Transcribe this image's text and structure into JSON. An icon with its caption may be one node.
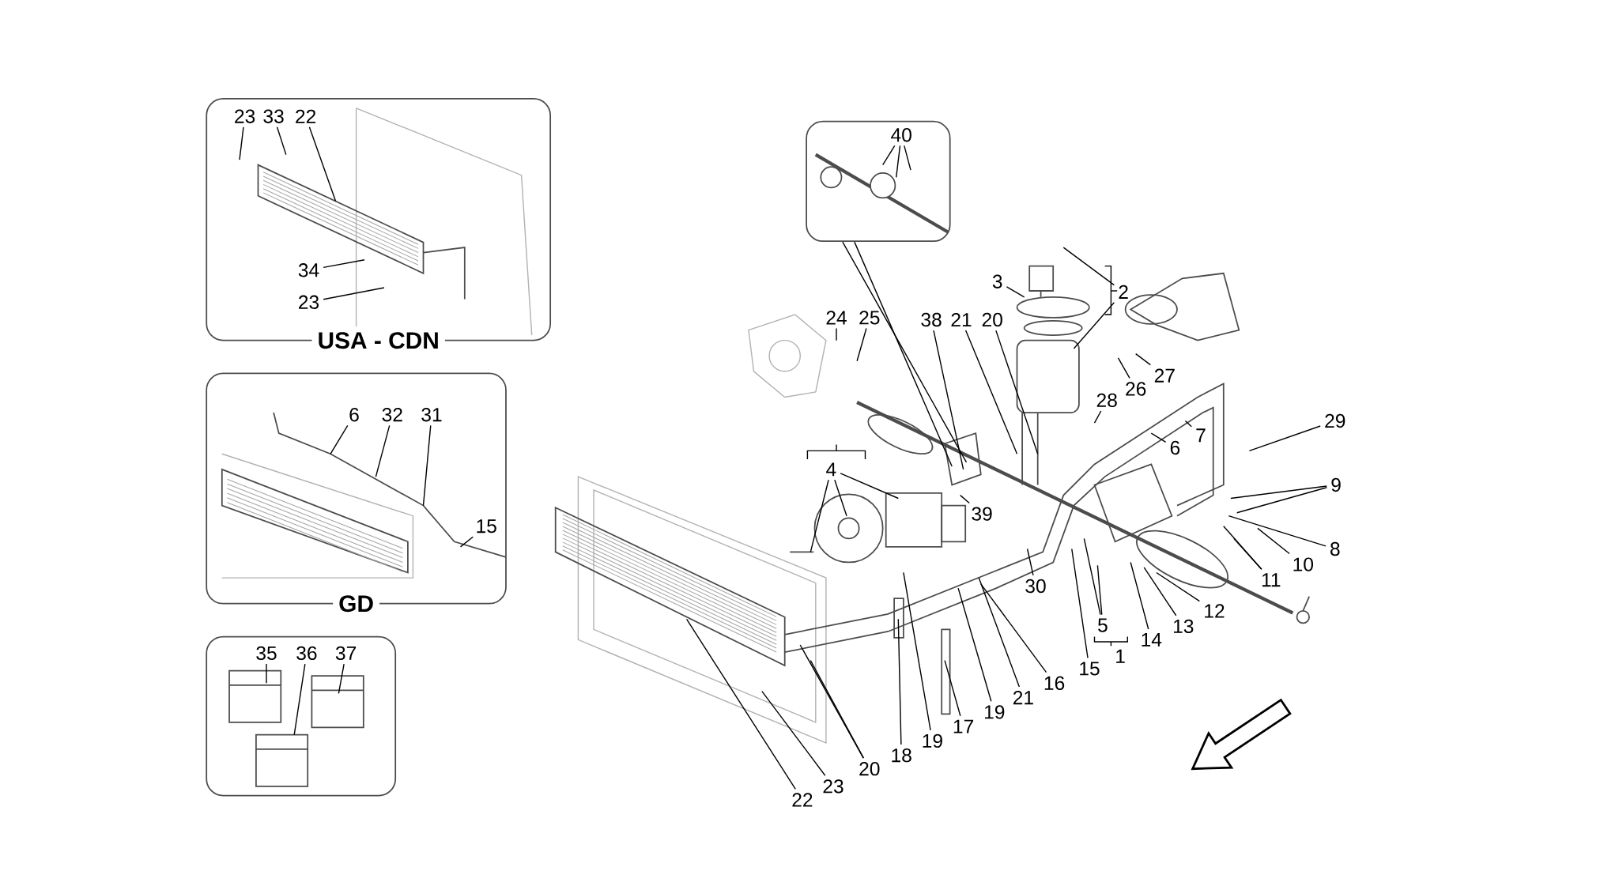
{
  "diagram": {
    "nodes": [
      {
        "text": [
          "USA - CDN"
        ]
      },
      {
        "text": [
          "23"
        ],
        "in": 0
      },
      {
        "text": [
          "33"
        ],
        "in": 0
      },
      {
        "text": [
          "22"
        ],
        "in": 0
      },
      {
        "text": [
          "34"
        ],
        "in": 0
      },
      {
        "text": [
          "23"
        ],
        "in": 0
      },
      {
        "text": [
          "GD"
        ]
      },
      {
        "text": [
          "6"
        ],
        "in": 6
      },
      {
        "text": [
          "32"
        ],
        "in": 6
      },
      {
        "text": [
          "31"
        ],
        "in": 6
      },
      {
        "text": [
          "15"
        ],
        "in": 6
      },
      {
        "text": [],
        "shape": "box"
      },
      {
        "text": [
          "35"
        ],
        "in": 11
      },
      {
        "text": [
          "36"
        ],
        "in": 11
      },
      {
        "text": [
          "37"
        ],
        "in": 11
      },
      {
        "text": [],
        "shape": "box"
      },
      {
        "text": [
          "40"
        ],
        "in": 15
      },
      {
        "text": [
          "3"
        ]
      },
      {
        "text": [
          "2"
        ]
      },
      {
        "text": [
          "24"
        ]
      },
      {
        "text": [
          "25"
        ]
      },
      {
        "text": [
          "38"
        ]
      },
      {
        "text": [
          "21"
        ]
      },
      {
        "text": [
          "20"
        ]
      },
      {
        "text": [
          "26"
        ]
      },
      {
        "text": [
          "27"
        ]
      },
      {
        "text": [
          "28"
        ]
      },
      {
        "text": [
          "6"
        ]
      },
      {
        "text": [
          "7"
        ]
      },
      {
        "text": [
          "29"
        ]
      },
      {
        "text": [
          "9"
        ]
      },
      {
        "text": [
          "4"
        ]
      },
      {
        "text": [
          "39"
        ]
      },
      {
        "text": [
          "30"
        ]
      },
      {
        "text": [
          "8"
        ]
      },
      {
        "text": [
          "10"
        ]
      },
      {
        "text": [
          "11"
        ]
      },
      {
        "text": [
          "12"
        ]
      },
      {
        "text": [
          "13"
        ]
      },
      {
        "text": [
          "14"
        ]
      },
      {
        "text": [
          "5"
        ]
      },
      {
        "text": [
          "1"
        ]
      },
      {
        "text": [
          "15"
        ]
      },
      {
        "text": [
          "16"
        ]
      },
      {
        "text": [
          "21"
        ]
      },
      {
        "text": [
          "19"
        ]
      },
      {
        "text": [
          "17"
        ]
      },
      {
        "text": [
          "19"
        ]
      },
      {
        "text": [
          "18"
        ]
      },
      {
        "text": [
          "20"
        ]
      },
      {
        "text": [
          "23"
        ]
      },
      {
        "text": [
          "22"
        ]
      }
    ],
    "edges": [
      {
        "from": 1,
        "to": null,
        "arrow": "none"
      },
      {
        "from": 2,
        "to": null,
        "arrow": "none"
      },
      {
        "from": 3,
        "to": null,
        "arrow": "none"
      },
      {
        "from": 4,
        "to": null,
        "arrow": "none"
      },
      {
        "from": 5,
        "to": null,
        "arrow": "none"
      },
      {
        "from": 7,
        "to": null,
        "arrow": "none"
      },
      {
        "from": 8,
        "to": null,
        "arrow": "none"
      },
      {
        "from": 9,
        "to": null,
        "arrow": "none"
      },
      {
        "from": 10,
        "to": null,
        "arrow": "none"
      },
      {
        "from": 12,
        "to": null,
        "arrow": "none"
      },
      {
        "from": 13,
        "to": null,
        "arrow": "none"
      },
      {
        "from": 14,
        "to": null,
        "arrow": "none"
      },
      {
        "from": 16,
        "to": null,
        "arrow": "none"
      },
      {
        "from": 16,
        "to": null,
        "arrow": "none"
      },
      {
        "from": 16,
        "to": null,
        "arrow": "none"
      },
      {
        "from": 15,
        "to": null,
        "arrow": "none"
      },
      {
        "from": 15,
        "to": null,
        "arrow": "none"
      },
      {
        "from": 17,
        "to": null,
        "arrow": "none"
      },
      {
        "from": 18,
        "to": null,
        "arrow": "none"
      },
      {
        "from": 18,
        "to": null,
        "arrow": "none"
      },
      {
        "from": 19,
        "to": null,
        "arrow": "none"
      },
      {
        "from": 20,
        "to": null,
        "arrow": "none"
      },
      {
        "from": 21,
        "to": null,
        "arrow": "none"
      },
      {
        "from": 22,
        "to": null,
        "arrow": "none"
      },
      {
        "from": 23,
        "to": null,
        "arrow": "none"
      },
      {
        "from": 24,
        "to": null,
        "arrow": "none"
      },
      {
        "from": 25,
        "to": null,
        "arrow": "none"
      },
      {
        "from": 26,
        "to": null,
        "arrow": "none"
      },
      {
        "from": 27,
        "to": null,
        "arrow": "none"
      },
      {
        "from": 28,
        "to": null,
        "arrow": "none"
      },
      {
        "from": 29,
        "to": null,
        "arrow": "none"
      },
      {
        "from": 30,
        "to": null,
        "arrow": "none"
      },
      {
        "from": 30,
        "to": null,
        "arrow": "none"
      },
      {
        "from": 31,
        "to": null,
        "arrow": "none"
      },
      {
        "from": 31,
        "to": null,
        "arrow": "none"
      },
      {
        "from": 31,
        "to": null,
        "arrow": "none"
      },
      {
        "from": 32,
        "to": null,
        "arrow": "none"
      },
      {
        "from": 33,
        "to": null,
        "arrow": "none"
      },
      {
        "from": 34,
        "to": null,
        "arrow": "none"
      },
      {
        "from": 35,
        "to": null,
        "arrow": "none"
      },
      {
        "from": 36,
        "to": null,
        "arrow": "none"
      },
      {
        "from": 36,
        "to": null,
        "arrow": "none"
      },
      {
        "from": 37,
        "to": null,
        "arrow": "none"
      },
      {
        "from": 38,
        "to": null,
        "arrow": "none"
      },
      {
        "from": 39,
        "to": null,
        "arrow": "none"
      },
      {
        "from": 40,
        "to": null,
        "arrow": "none"
      },
      {
        "from": 40,
        "to": null,
        "arrow": "none"
      },
      {
        "from": 42,
        "to": null,
        "arrow": "none"
      },
      {
        "from": 43,
        "to": null,
        "arrow": "none"
      },
      {
        "from": 44,
        "to": null,
        "arrow": "none"
      },
      {
        "from": 45,
        "to": null,
        "arrow": "none"
      },
      {
        "from": 46,
        "to": null,
        "arrow": "none"
      },
      {
        "from": 47,
        "to": null,
        "arrow": "none"
      },
      {
        "from": 48,
        "to": null,
        "arrow": "none"
      },
      {
        "from": 49,
        "to": null,
        "arrow": "none"
      },
      {
        "from": 49,
        "to": null,
        "arrow": "none"
      },
      {
        "from": 50,
        "to": null,
        "arrow": "none"
      },
      {
        "from": 51,
        "to": null,
        "arrow": "none"
      }
    ]
  }
}
